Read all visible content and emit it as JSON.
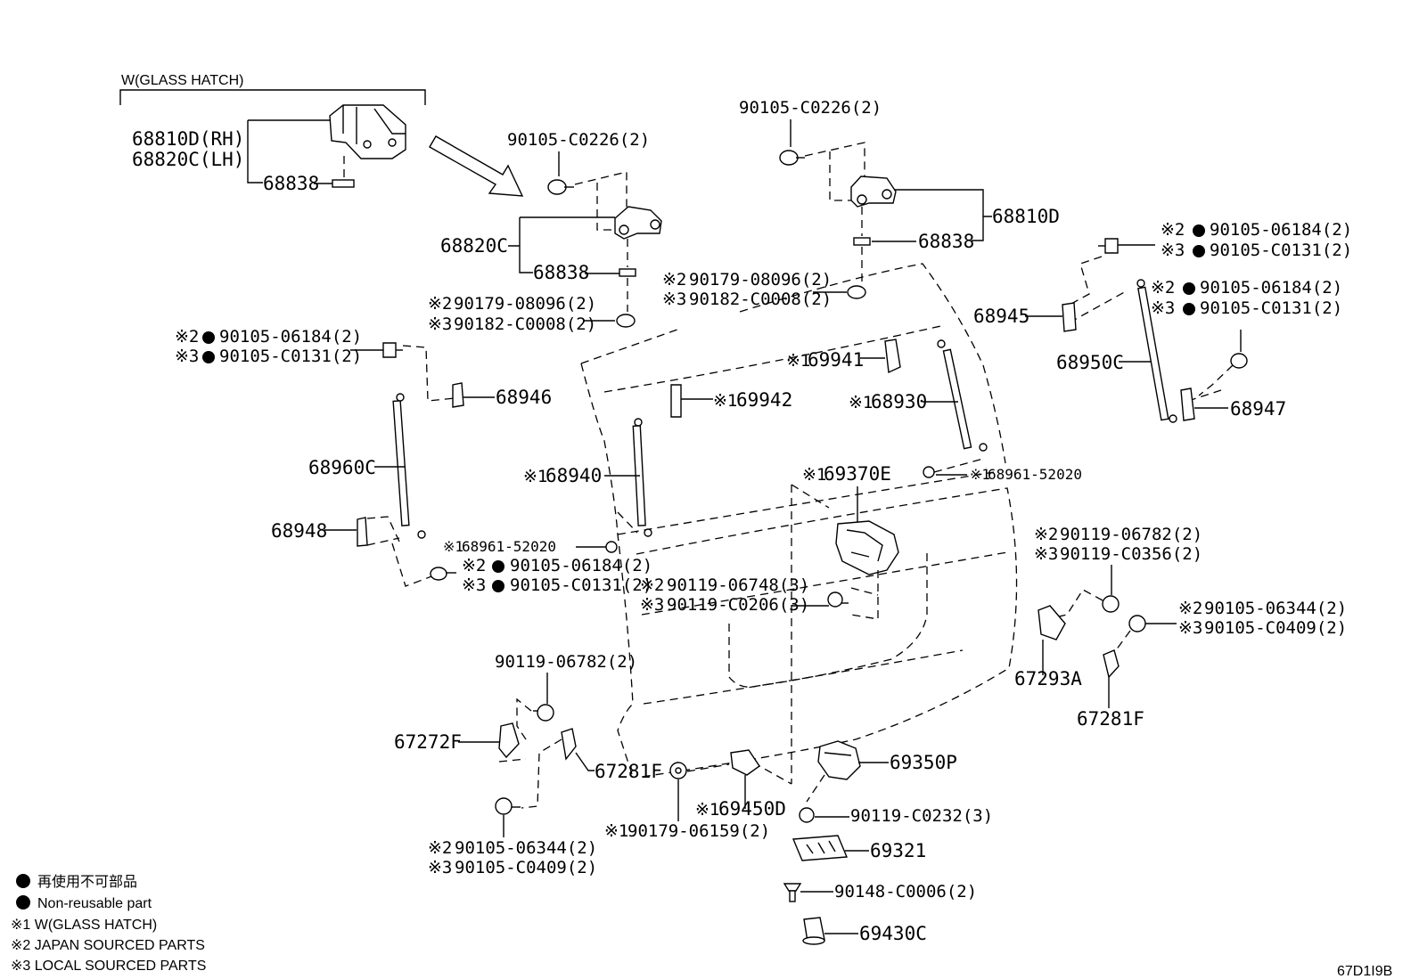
{
  "labels": {
    "glass_hatch_group": "W(GLASS HATCH)",
    "p68810D_RH": "68810D(RH)",
    "p68820C_LH": "68820C(LH)",
    "p68838_a": "68838",
    "p90105_C0226_a": "90105-C0226(2)",
    "p68820C": "68820C",
    "p68838_b": "68838",
    "p90179_08096_a": "90179-08096(2)",
    "p90182_C0008_a": "90182-C0008(2)",
    "p90105_C0226_b": "90105-C0226(2)",
    "p68810D": "68810D",
    "p68838_c": "68838",
    "p90179_08096_b": "90179-08096(2)",
    "p90182_C0008_b": "90182-C0008(2)",
    "p90105_06184_a": "90105-06184(2)",
    "p90105_C0131_a": "90105-C0131(2)",
    "p68946": "68946",
    "p68960C": "68960C",
    "p68948": "68948",
    "p68940": "68940",
    "p69942": "69942",
    "p69941": "69941",
    "p68930": "68930",
    "p68961_a": "68961-52020",
    "p68961_b": "68961-52020",
    "p90105_06184_b": "90105-06184(2)",
    "p90105_C0131_b": "90105-C0131(2)",
    "p69370E": "69370E",
    "p90119_06748": "90119-06748(3)",
    "p90119_C0206": "90119-C0206(3)",
    "p90105_06184_c": "90105-06184(2)",
    "p90105_C0131_c": "90105-C0131(2)",
    "p68945": "68945",
    "p90105_06184_d": "90105-06184(2)",
    "p90105_C0131_d": "90105-C0131(2)",
    "p68950C": "68950C",
    "p68947": "68947",
    "p90119_06782_a": "90119-06782(2)",
    "p90119_C0356": "90119-C0356(2)",
    "p90105_06344_a": "90105-06344(2)",
    "p90105_C0409_a": "90105-C0409(2)",
    "p67293A": "67293A",
    "p67281F_a": "67281F",
    "p90119_06782_b": "90119-06782(2)",
    "p67272F": "67272F",
    "p67281F_b": "67281F",
    "p90105_06344_b": "90105-06344(2)",
    "p90105_C0409_b": "90105-C0409(2)",
    "p69450D": "69450D",
    "p90179_06159": "90179-06159(2)",
    "p69350P": "69350P",
    "p90119_C0232": "90119-C0232(3)",
    "p69321": "69321",
    "p90148_C0006": "90148-C0006(2)",
    "p69430C": "69430C"
  },
  "marks": {
    "m1": "※1",
    "m2": "※2",
    "m3": "※3"
  },
  "legend": {
    "non_reusable_jp": "再使用不可部品",
    "non_reusable_en": "Non-reusable part",
    "note1": "※1 W(GLASS HATCH)",
    "note2": "※2 JAPAN SOURCED PARTS",
    "note3": "※3 LOCAL SOURCED PARTS"
  },
  "diagram_code": "67D1I9B"
}
